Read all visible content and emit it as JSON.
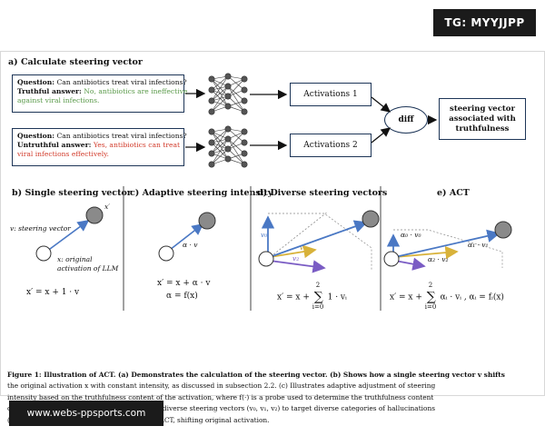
{
  "watermarks": {
    "top_right": "TG: MYYJJPP",
    "bottom_left": "www.webs-ppsports.com"
  },
  "panel_a": {
    "title": "a) Calculate steering vector",
    "box_true": {
      "question_label": "Question:",
      "question_text": "Can antibiotics treat viral infections?",
      "answer_label": "Truthful answer:",
      "answer_line1": "No, antibiotics are ineffective",
      "answer_line2": "against viral infections."
    },
    "box_false": {
      "question_label": "Question:",
      "question_text": "Can antibiotics treat viral infections?",
      "answer_label": "Untruthful answer:",
      "answer_line1": "Yes, antibiotics can treat",
      "answer_line2": "viral infections effectively."
    },
    "activations_1": "Activations 1",
    "activations_2": "Activations 2",
    "diff": "diff",
    "steering_vector_line1": "steering vector",
    "steering_vector_line2": "associated with",
    "steering_vector_line3": "truthfulness"
  },
  "panel_b": {
    "title": "b) Single steering vector",
    "v_label": "v: steering vector",
    "x_prime": "x′",
    "x_label_line1": "x: original",
    "x_label_line2": "activation of LLM",
    "formula": "x′ = x + 1 · v"
  },
  "panel_c": {
    "title": "c) Adaptive steering intensity",
    "vector_label": "α · v",
    "formula_line1": "x′ = x + α · v",
    "formula_line2": "α = f(x)"
  },
  "panel_d": {
    "title": "d) Diverse steering vectors",
    "v0": "v₀",
    "v1": "v₁",
    "v2": "v₂",
    "formula_left": "x′ = x + ",
    "sum_top": "2",
    "sum_bottom": "i=0",
    "formula_right": "1 · vᵢ"
  },
  "panel_e": {
    "title": "e) ACT",
    "a0v0": "α₀ · v₀",
    "a1v1": "α₁ · v₁",
    "a2v2": "α₂ · v₂",
    "formula_left": "x′ = x + ",
    "sum_top": "2",
    "sum_bottom": "i=0",
    "formula_right": "αᵢ · vᵢ ,  αᵢ = fᵢ(x)"
  },
  "caption": {
    "lead": "Figure 1: Illustration of ACT. (a) Demonstrates the calculation of the steering vector. (b) Shows how a single steering vector v shifts",
    "line2": "the original activation x with constant intensity, as discussed in subsection 2.2. (c) Illustrates adaptive adjustment of steering",
    "line3": "intensity based on the truthfulness content of the activation, where f(·) is a probe used to determine the truthfulness content",
    "line4": "of the activation (subsection 3.3). (d) Applies diverse steering vectors (v₀, v₁, v₂) to target diverse categories of hallucinations",
    "line5": "(subsection 3.2). (e) Combines (c) and (d) in ACT, shifting original activation."
  },
  "colors": {
    "box_border": "#1d3557",
    "arrow_blue": "#4a78c4",
    "v0_blue": "#4a78c4",
    "v1_yellow": "#d8b23a",
    "v2_purple": "#7a5cc4",
    "node_gray": "#8a8a8a",
    "truthful_green": "#5a9a4a",
    "untruthful_red": "#d23c2c"
  }
}
